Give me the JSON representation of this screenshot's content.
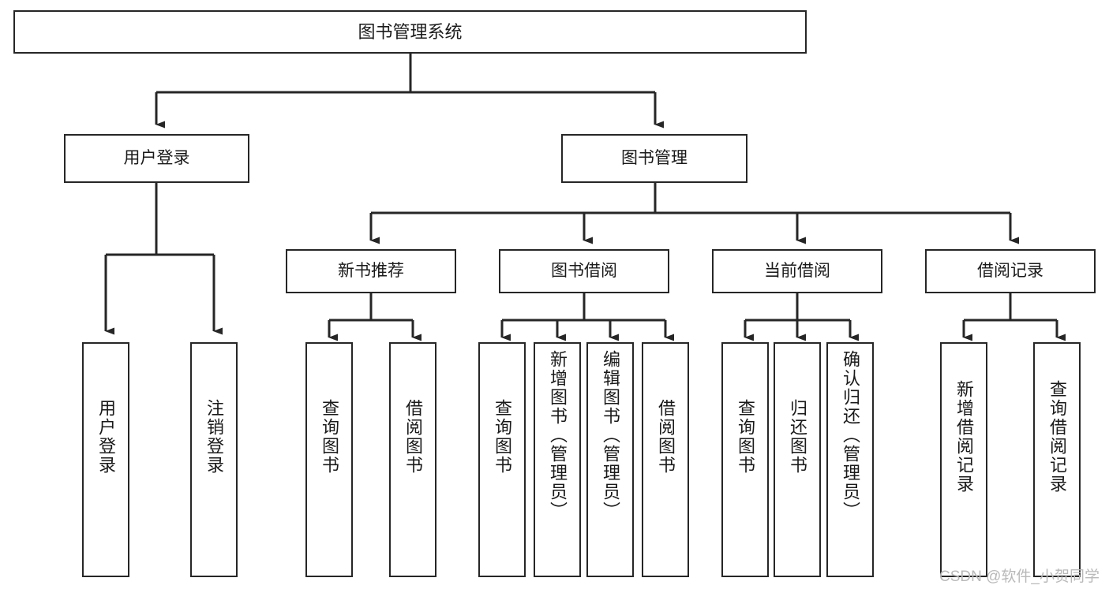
{
  "diagram": {
    "type": "tree",
    "title": "图书管理系统",
    "orientation": "top-down",
    "line_color": "#262626",
    "box_fill": "#ffffff",
    "text_color": "#1a1a1a",
    "levels": 4,
    "nodes": {
      "root": {
        "label": "图书管理系统"
      },
      "level2": [
        {
          "label": "用户登录"
        },
        {
          "label": "图书管理"
        }
      ],
      "level3": [
        {
          "label": "新书推荐"
        },
        {
          "label": "图书借阅"
        },
        {
          "label": "当前借阅"
        },
        {
          "label": "借阅记录"
        }
      ],
      "leaves_user_login": [
        {
          "label": "用户登录"
        },
        {
          "label": "注销登录"
        }
      ],
      "leaves_new_book": [
        {
          "label": "查询图书"
        },
        {
          "label": "借阅图书"
        }
      ],
      "leaves_borrow": [
        {
          "label": "查询图书"
        },
        {
          "label": "新增图书（管理员）"
        },
        {
          "label": "编辑图书（管理员）"
        },
        {
          "label": "借阅图书"
        }
      ],
      "leaves_current": [
        {
          "label": "查询图书"
        },
        {
          "label": "归还图书"
        },
        {
          "label": "确认归还（管理员）"
        }
      ],
      "leaves_records": [
        {
          "label": "新增借阅记录"
        },
        {
          "label": "查询借阅记录"
        }
      ]
    }
  },
  "watermark": {
    "text": "CSDN @软件_小贺同学",
    "color": "#b9b9b9"
  }
}
